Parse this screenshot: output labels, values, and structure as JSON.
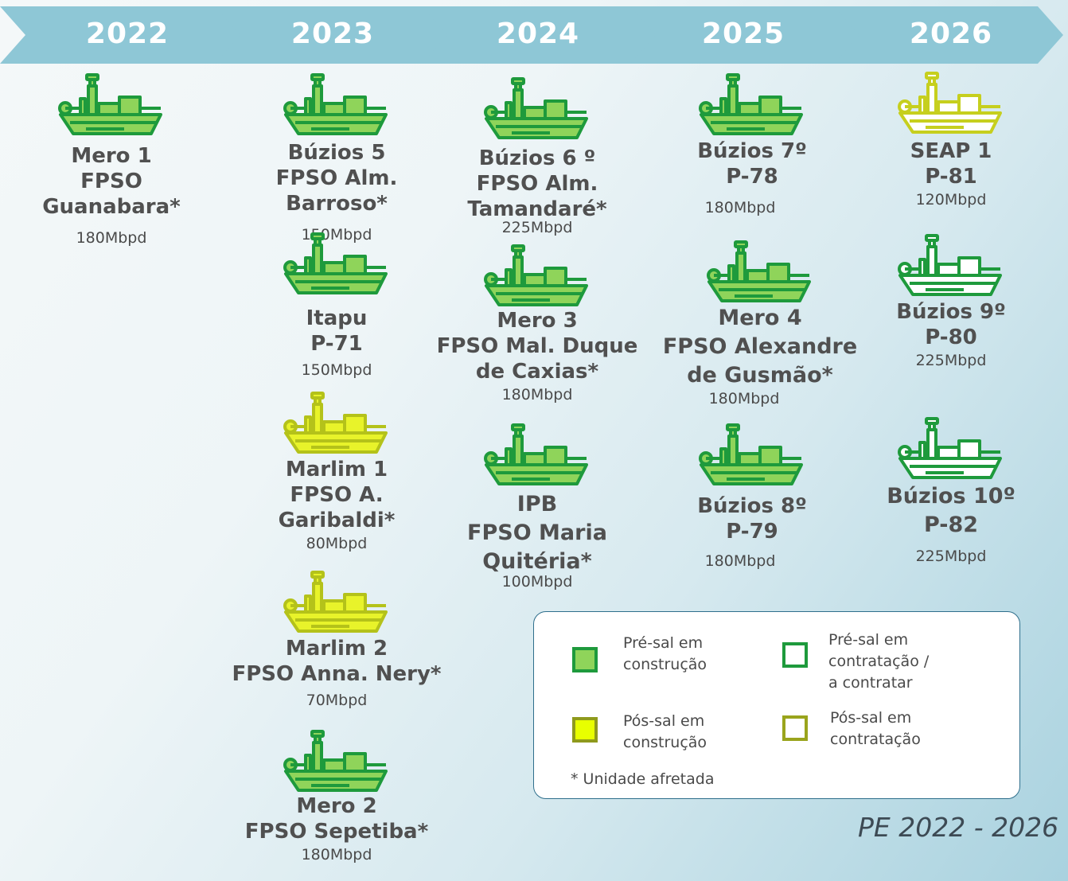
{
  "timeline": {
    "years": [
      "2022",
      "2023",
      "2024",
      "2025",
      "2026"
    ]
  },
  "units": [
    {
      "year": "2022",
      "status": "pre_sal_construction",
      "name": [
        "Mero 1",
        "FPSO Guanabara*"
      ],
      "capacity": "180Mbpd"
    },
    {
      "year": "2023",
      "status": "pre_sal_construction",
      "name": [
        "Búzios 5",
        "FPSO Alm. Barroso*"
      ],
      "capacity": "150Mbpd"
    },
    {
      "year": "2023",
      "status": "pre_sal_construction",
      "name": [
        "Itapu",
        "P-71"
      ],
      "capacity": "150Mbpd"
    },
    {
      "year": "2023",
      "status": "pos_sal_construction",
      "name": [
        "Marlim 1",
        "FPSO A.",
        "Garibaldi*"
      ],
      "capacity": "80Mbpd"
    },
    {
      "year": "2023",
      "status": "pos_sal_construction",
      "name": [
        "Marlim 2",
        "FPSO Anna. Nery*"
      ],
      "capacity": "70Mbpd"
    },
    {
      "year": "2023",
      "status": "pre_sal_construction",
      "name": [
        "Mero 2",
        "FPSO Sepetiba*"
      ],
      "capacity": "180Mbpd"
    },
    {
      "year": "2024",
      "status": "pre_sal_construction",
      "name": [
        "Búzios 6 º",
        "FPSO Alm.",
        "Tamandaré*"
      ],
      "capacity": "225Mbpd"
    },
    {
      "year": "2024",
      "status": "pre_sal_construction",
      "name": [
        "Mero 3",
        "FPSO Mal. Duque",
        "de Caxias*"
      ],
      "capacity": "180Mbpd"
    },
    {
      "year": "2024",
      "status": "pre_sal_construction",
      "name": [
        "IPB",
        "FPSO Maria",
        "Quitéria*"
      ],
      "capacity": "100Mbpd"
    },
    {
      "year": "2025",
      "status": "pre_sal_construction",
      "name": [
        "Búzios 7º",
        "P-78"
      ],
      "capacity": "180Mbpd"
    },
    {
      "year": "2025",
      "status": "pre_sal_construction",
      "name": [
        "Mero 4",
        "FPSO Alexandre",
        "de Gusmão*"
      ],
      "capacity": "180Mbpd"
    },
    {
      "year": "2025",
      "status": "pre_sal_construction",
      "name": [
        "Búzios 8º",
        "P-79"
      ],
      "capacity": "180Mbpd"
    },
    {
      "year": "2026",
      "status": "pos_sal_contracting",
      "name": [
        "SEAP 1",
        "P-81"
      ],
      "capacity": "120Mbpd"
    },
    {
      "year": "2026",
      "status": "pre_sal_contracting",
      "name": [
        "Búzios 9º",
        "P-80"
      ],
      "capacity": "225Mbpd"
    },
    {
      "year": "2026",
      "status": "pre_sal_contracting",
      "name": [
        "Búzios 10º",
        "P-82"
      ],
      "capacity": "225Mbpd"
    }
  ],
  "legend": {
    "items": [
      {
        "key": "pre_sal_construction",
        "label": "Pré-sal em\nconstrução"
      },
      {
        "key": "pre_sal_contracting",
        "label": "Pré-sal em\ncontratação /\na contratar"
      },
      {
        "key": "pos_sal_construction",
        "label": "Pós-sal em\nconstrução"
      },
      {
        "key": "pos_sal_contracting",
        "label": "Pós-sal em\ncontratação"
      }
    ],
    "footnote": "* Unidade afretada"
  },
  "plan_label": "PE 2022 - 2026",
  "colors": {
    "chevron": "#8ec7d6",
    "pre_sal_construction": {
      "fill": "#8fd45a",
      "stroke": "#1e9a3c"
    },
    "pre_sal_contracting": {
      "fill": "#ffffff",
      "stroke": "#1e9a3c"
    },
    "pos_sal_construction": {
      "fill": "#e8f32a",
      "stroke": "#b4c21a"
    },
    "pos_sal_contracting": {
      "fill": "#ffffff",
      "stroke": "#c6cf1e"
    }
  }
}
